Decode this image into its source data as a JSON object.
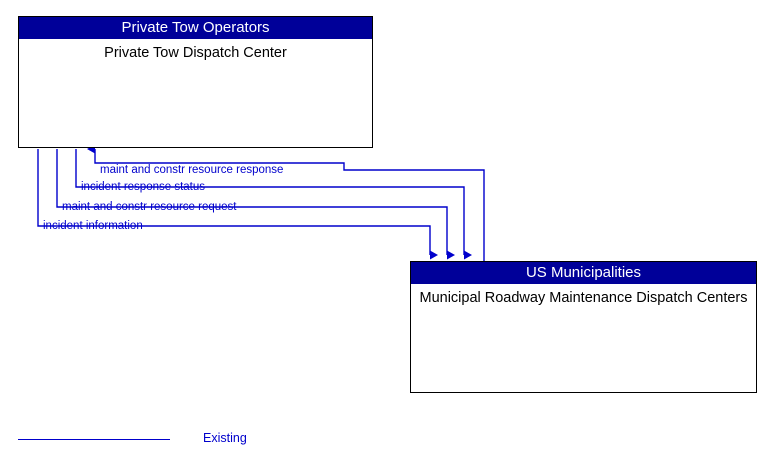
{
  "diagram": {
    "nodes": [
      {
        "id": "private-tow",
        "stakeholder": "Private Tow Operators",
        "name": "Private Tow Dispatch Center"
      },
      {
        "id": "us-municipalities",
        "stakeholder": "US Municipalities",
        "name": "Municipal Roadway Maintenance Dispatch Centers"
      }
    ],
    "flows": [
      {
        "id": "flow-1",
        "label": "maint and constr resource response",
        "from": "us-municipalities",
        "to": "private-tow"
      },
      {
        "id": "flow-2",
        "label": "incident response status",
        "from": "private-tow",
        "to": "us-municipalities"
      },
      {
        "id": "flow-3",
        "label": "maint and constr resource request",
        "from": "private-tow",
        "to": "us-municipalities"
      },
      {
        "id": "flow-4",
        "label": "incident information",
        "from": "private-tow",
        "to": "us-municipalities"
      }
    ],
    "legend": {
      "line_label": "Existing"
    },
    "colors": {
      "header_fill": "#000099",
      "header_text": "#ffffff",
      "flow_line": "#0000cc",
      "box_border": "#000000",
      "box_fill": "#ffffff",
      "title_text": "#000000"
    }
  }
}
